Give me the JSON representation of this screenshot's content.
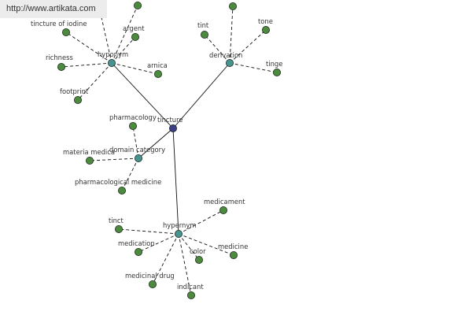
{
  "watermark": {
    "text": "http://www.artikata.com"
  },
  "colors": {
    "root": "#3b3f86",
    "hub": "#46938f",
    "leaf": "#4c8a3e",
    "edge": "#111111"
  },
  "graph": {
    "root": {
      "id": "tincture",
      "label": "tincture"
    },
    "hubs": [
      {
        "id": "hyponym",
        "label": "hyponym"
      },
      {
        "id": "derivation",
        "label": "derivation"
      },
      {
        "id": "domain-category",
        "label": "domain category"
      },
      {
        "id": "hypernym",
        "label": "hypernym"
      }
    ],
    "leaves": [
      {
        "id": "leaf-top-cut",
        "parent": "hyponym",
        "label": ""
      },
      {
        "id": "leaf-top-right",
        "parent": "hyponym",
        "label": ""
      },
      {
        "id": "tincture-of-iodine",
        "parent": "hyponym",
        "label": "tincture of iodine"
      },
      {
        "id": "argent",
        "parent": "hyponym",
        "label": "argent"
      },
      {
        "id": "richness",
        "parent": "hyponym",
        "label": "richness"
      },
      {
        "id": "arnica",
        "parent": "hyponym",
        "label": "arnica"
      },
      {
        "id": "footprint",
        "parent": "hyponym",
        "label": "footprint"
      },
      {
        "id": "leaf-deriv-top",
        "parent": "derivation",
        "label": ""
      },
      {
        "id": "tint",
        "parent": "derivation",
        "label": "tint"
      },
      {
        "id": "tone",
        "parent": "derivation",
        "label": "tone"
      },
      {
        "id": "tinge",
        "parent": "derivation",
        "label": "tinge"
      },
      {
        "id": "pharmacology",
        "parent": "domain-category",
        "label": "pharmacology"
      },
      {
        "id": "materia-medica",
        "parent": "domain-category",
        "label": "materia medica"
      },
      {
        "id": "pharmacological-medicine",
        "parent": "domain-category",
        "label": "pharmacological medicine"
      },
      {
        "id": "medicament",
        "parent": "hypernym",
        "label": "medicament"
      },
      {
        "id": "tinct",
        "parent": "hypernym",
        "label": "tinct"
      },
      {
        "id": "medication",
        "parent": "hypernym",
        "label": "medication"
      },
      {
        "id": "color",
        "parent": "hypernym",
        "label": "color"
      },
      {
        "id": "medicine",
        "parent": "hypernym",
        "label": "medicine"
      },
      {
        "id": "medicinal-drug",
        "parent": "hypernym",
        "label": "medicinal drug"
      },
      {
        "id": "indicant",
        "parent": "hypernym",
        "label": "indicant"
      }
    ]
  }
}
